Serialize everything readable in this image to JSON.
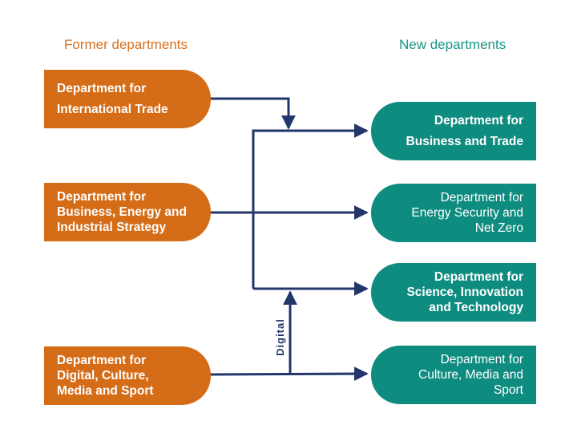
{
  "headers": {
    "former": "Former departments",
    "new": "New departments"
  },
  "former": [
    {
      "label": "Department for\nInternational Trade"
    },
    {
      "label": "Department for\nBusiness, Energy and\nIndustrial Strategy"
    },
    {
      "label": "Department for\nDigital, Culture,\nMedia and Sport"
    }
  ],
  "new": [
    {
      "label": "Department for\nBusiness and Trade"
    },
    {
      "label": "Department for\nEnergy Security and\nNet Zero "
    },
    {
      "label": "Department for\nScience, Innovation\nand Technology "
    },
    {
      "label": "Department for\nCulture, Media and\nSport"
    }
  ],
  "flow_label": "Digital",
  "colors": {
    "former_box": "#d56c17",
    "former_header": "#d96f1e",
    "new_box": "#0f8c80",
    "new_header": "#1a9588",
    "connector": "#23366b"
  }
}
